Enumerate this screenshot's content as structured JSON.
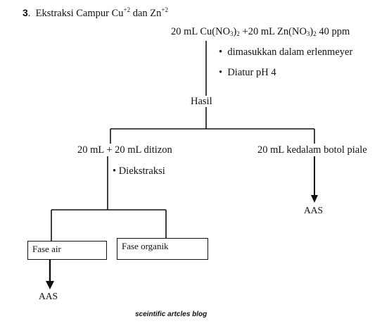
{
  "title": {
    "number": "3",
    "text": "Ekstraksi Campur Cu",
    "sup1": "+2",
    "mid": " dan Zn",
    "sup2": "+2"
  },
  "start": {
    "a": "20 mL Cu(NO",
    "sub1": "3",
    "b": ")",
    "sub2": "2",
    "c": " +20 mL Zn(NO",
    "sub3": "3",
    "d": ")",
    "sub4": "2",
    "e": " 40 ppm"
  },
  "steps": [
    "dimasukkan dalam erlenmeyer",
    "Diatur pH 4"
  ],
  "hasil": "Hasil",
  "left_branch": {
    "label": "20 mL + 20 mL ditizon",
    "step": "Diekstraksi"
  },
  "right_branch": {
    "label": "20 mL kedalam botol piale",
    "result": "AAS"
  },
  "boxes": {
    "fase_air": "Fase air",
    "fase_organik": "Fase organik"
  },
  "bottom_result": "AAS",
  "caption": "sceintific artcles blog",
  "colors": {
    "ink": "#111111",
    "background": "#ffffff"
  },
  "icons": {
    "bullet": "bullet-icon",
    "arrow": "arrow-down-icon"
  }
}
